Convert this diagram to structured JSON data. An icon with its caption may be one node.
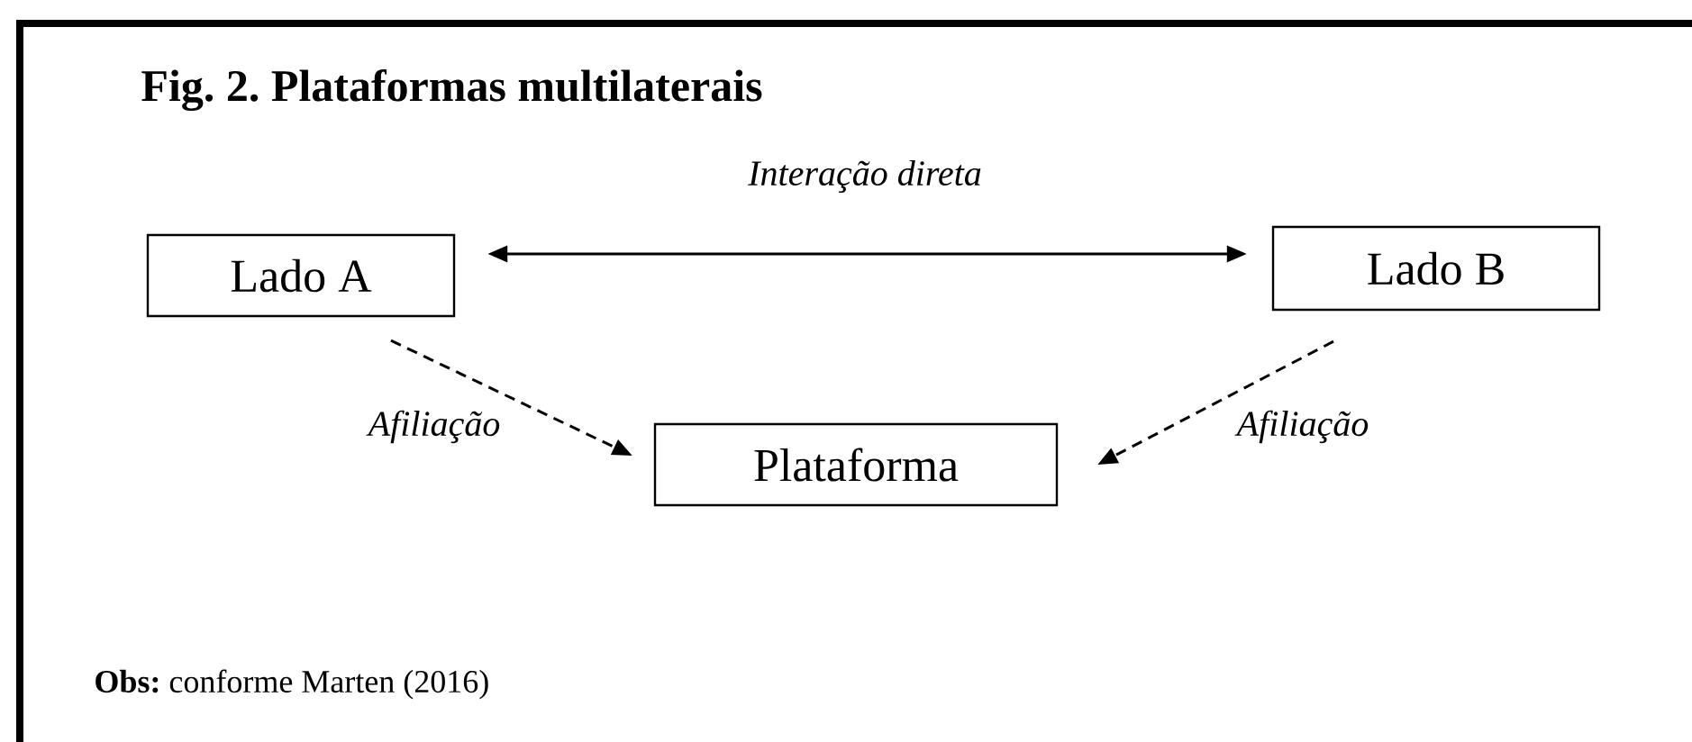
{
  "diagram": {
    "title": "Fig. 2. Plataformas multilaterais",
    "caption": "**Obs:** conforme Marten (2016)",
    "nodes": [
      {
        "text": [
          "Lado A"
        ]
      },
      {
        "text": [
          "Lado B"
        ]
      },
      {
        "text": [
          "Plataforma"
        ]
      }
    ],
    "edges": [
      {
        "from": 0,
        "to": 1,
        "arrow": "both",
        "label": "Interação direta"
      },
      {
        "from": 0,
        "to": 2,
        "arrow": "to",
        "style": "dashed",
        "label": "Afiliação"
      },
      {
        "from": 1,
        "to": 2,
        "arrow": "to",
        "style": "dashed",
        "label": "Afiliação"
      }
    ]
  }
}
